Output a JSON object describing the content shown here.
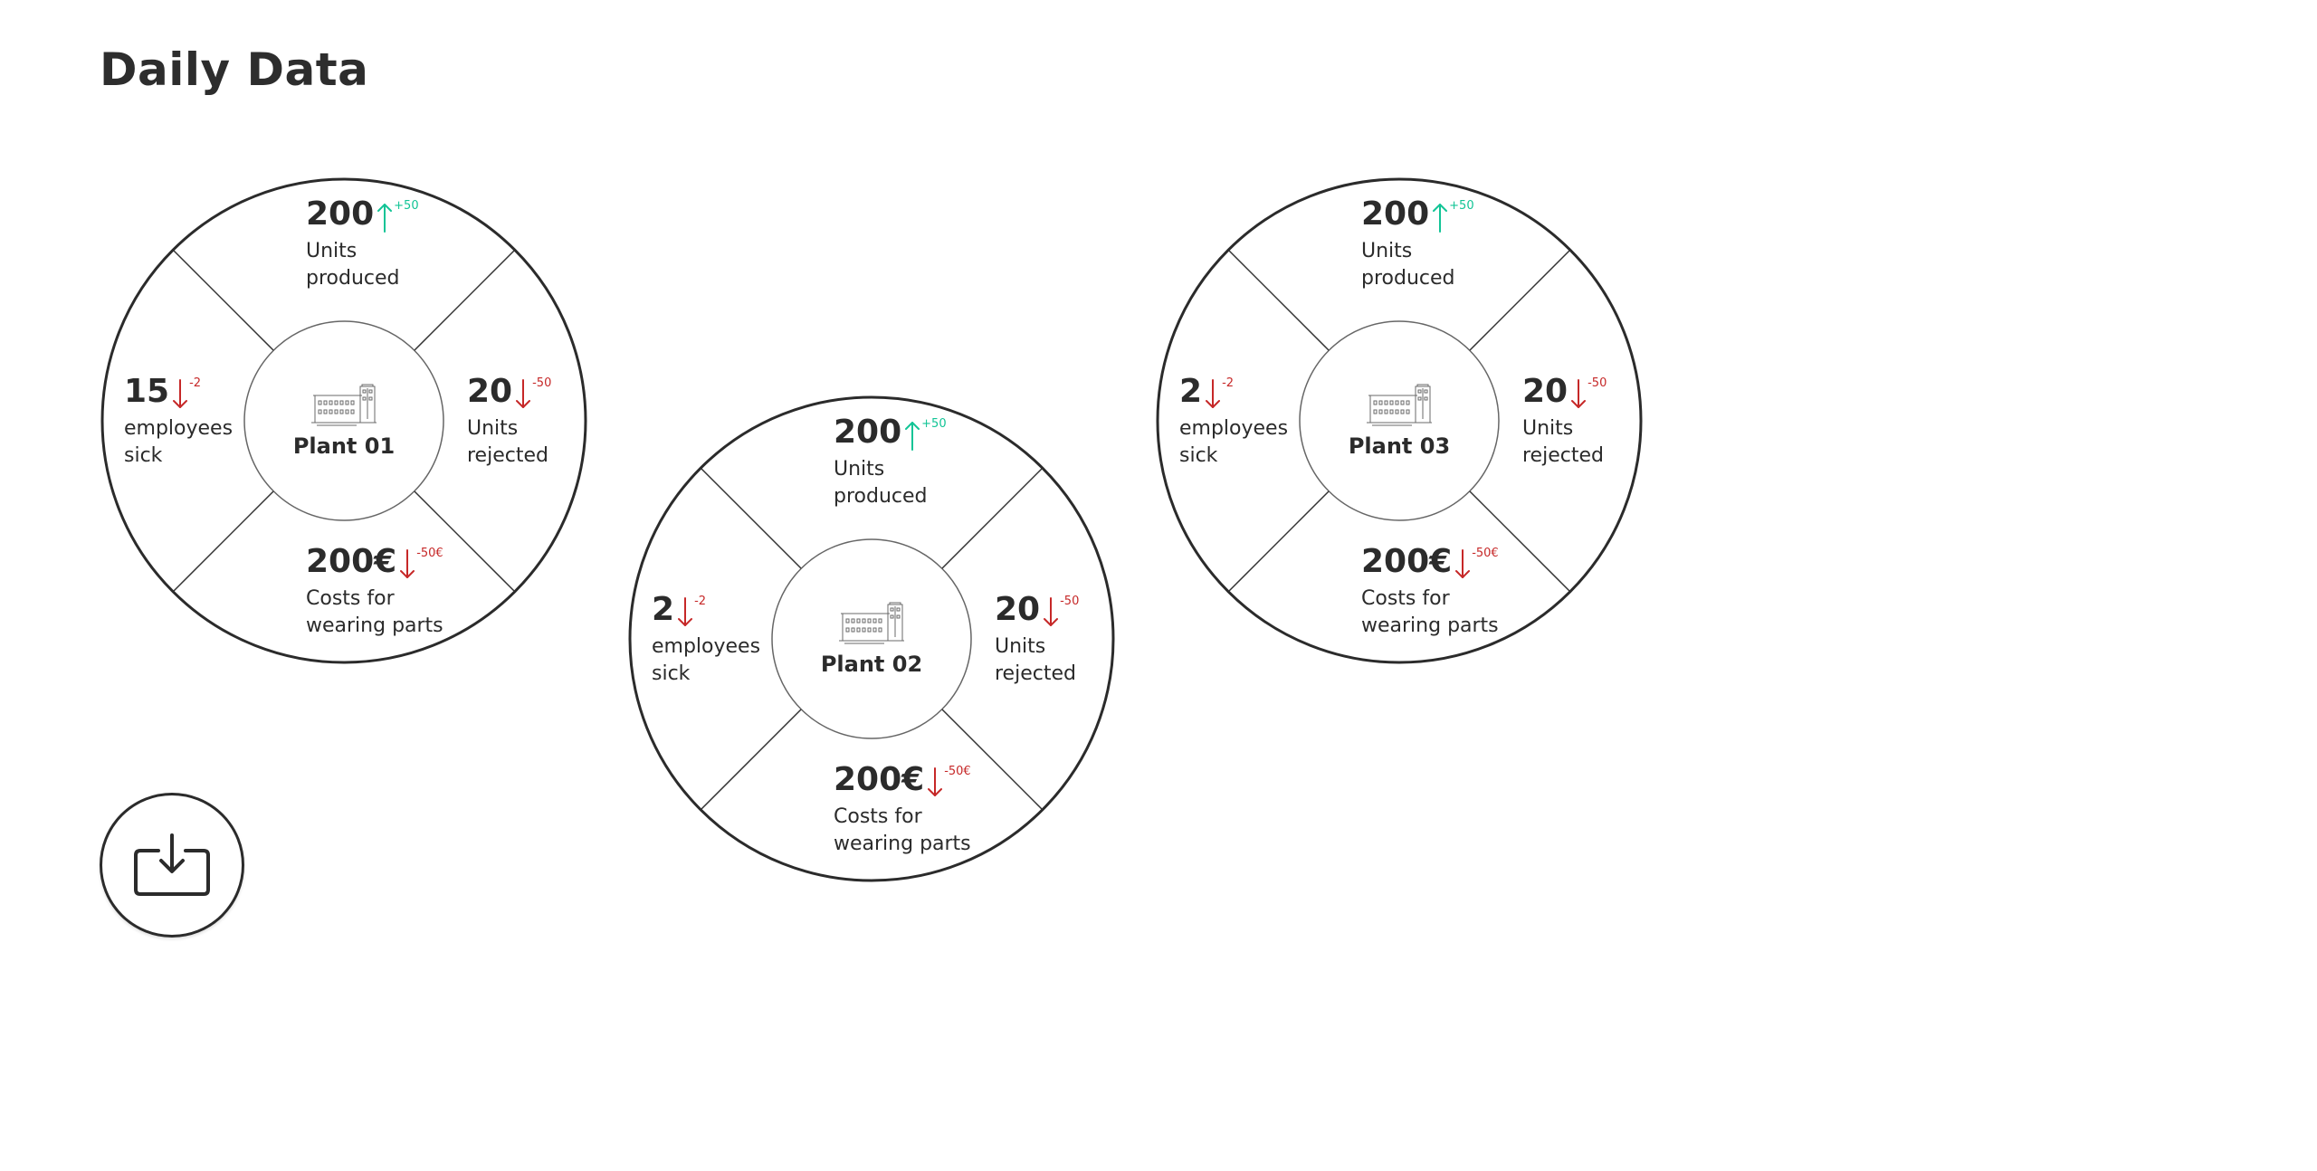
{
  "page": {
    "title": "Daily Data"
  },
  "colors": {
    "up": "#12c496",
    "down": "#c62828",
    "ink": "#2b2b2b"
  },
  "icons": {
    "plant": "factory-icon",
    "download": "download-icon"
  },
  "plants": [
    {
      "name": "Plant 01",
      "top": {
        "value": "200",
        "trend": "up",
        "delta": "+50",
        "label1": "Units",
        "label2": "produced"
      },
      "right": {
        "value": "20",
        "trend": "down",
        "delta": "-50",
        "label1": "Units",
        "label2": "rejected"
      },
      "bottom": {
        "value": "200€",
        "trend": "down",
        "delta": "-50€",
        "label1": "Costs for",
        "label2": "wearing parts"
      },
      "left": {
        "value": "15",
        "trend": "down",
        "delta": "-2",
        "label1": "employees",
        "label2": "sick"
      }
    },
    {
      "name": "Plant 02",
      "top": {
        "value": "200",
        "trend": "up",
        "delta": "+50",
        "label1": "Units",
        "label2": "produced"
      },
      "right": {
        "value": "20",
        "trend": "down",
        "delta": "-50",
        "label1": "Units",
        "label2": "rejected"
      },
      "bottom": {
        "value": "200€",
        "trend": "down",
        "delta": "-50€",
        "label1": "Costs for",
        "label2": "wearing parts"
      },
      "left": {
        "value": "2",
        "trend": "down",
        "delta": "-2",
        "label1": "employees",
        "label2": "sick"
      }
    },
    {
      "name": "Plant 03",
      "top": {
        "value": "200",
        "trend": "up",
        "delta": "+50",
        "label1": "Units",
        "label2": "produced"
      },
      "right": {
        "value": "20",
        "trend": "down",
        "delta": "-50",
        "label1": "Units",
        "label2": "rejected"
      },
      "bottom": {
        "value": "200€",
        "trend": "down",
        "delta": "-50€",
        "label1": "Costs for",
        "label2": "wearing parts"
      },
      "left": {
        "value": "2",
        "trend": "down",
        "delta": "-2",
        "label1": "employees",
        "label2": "sick"
      }
    }
  ]
}
